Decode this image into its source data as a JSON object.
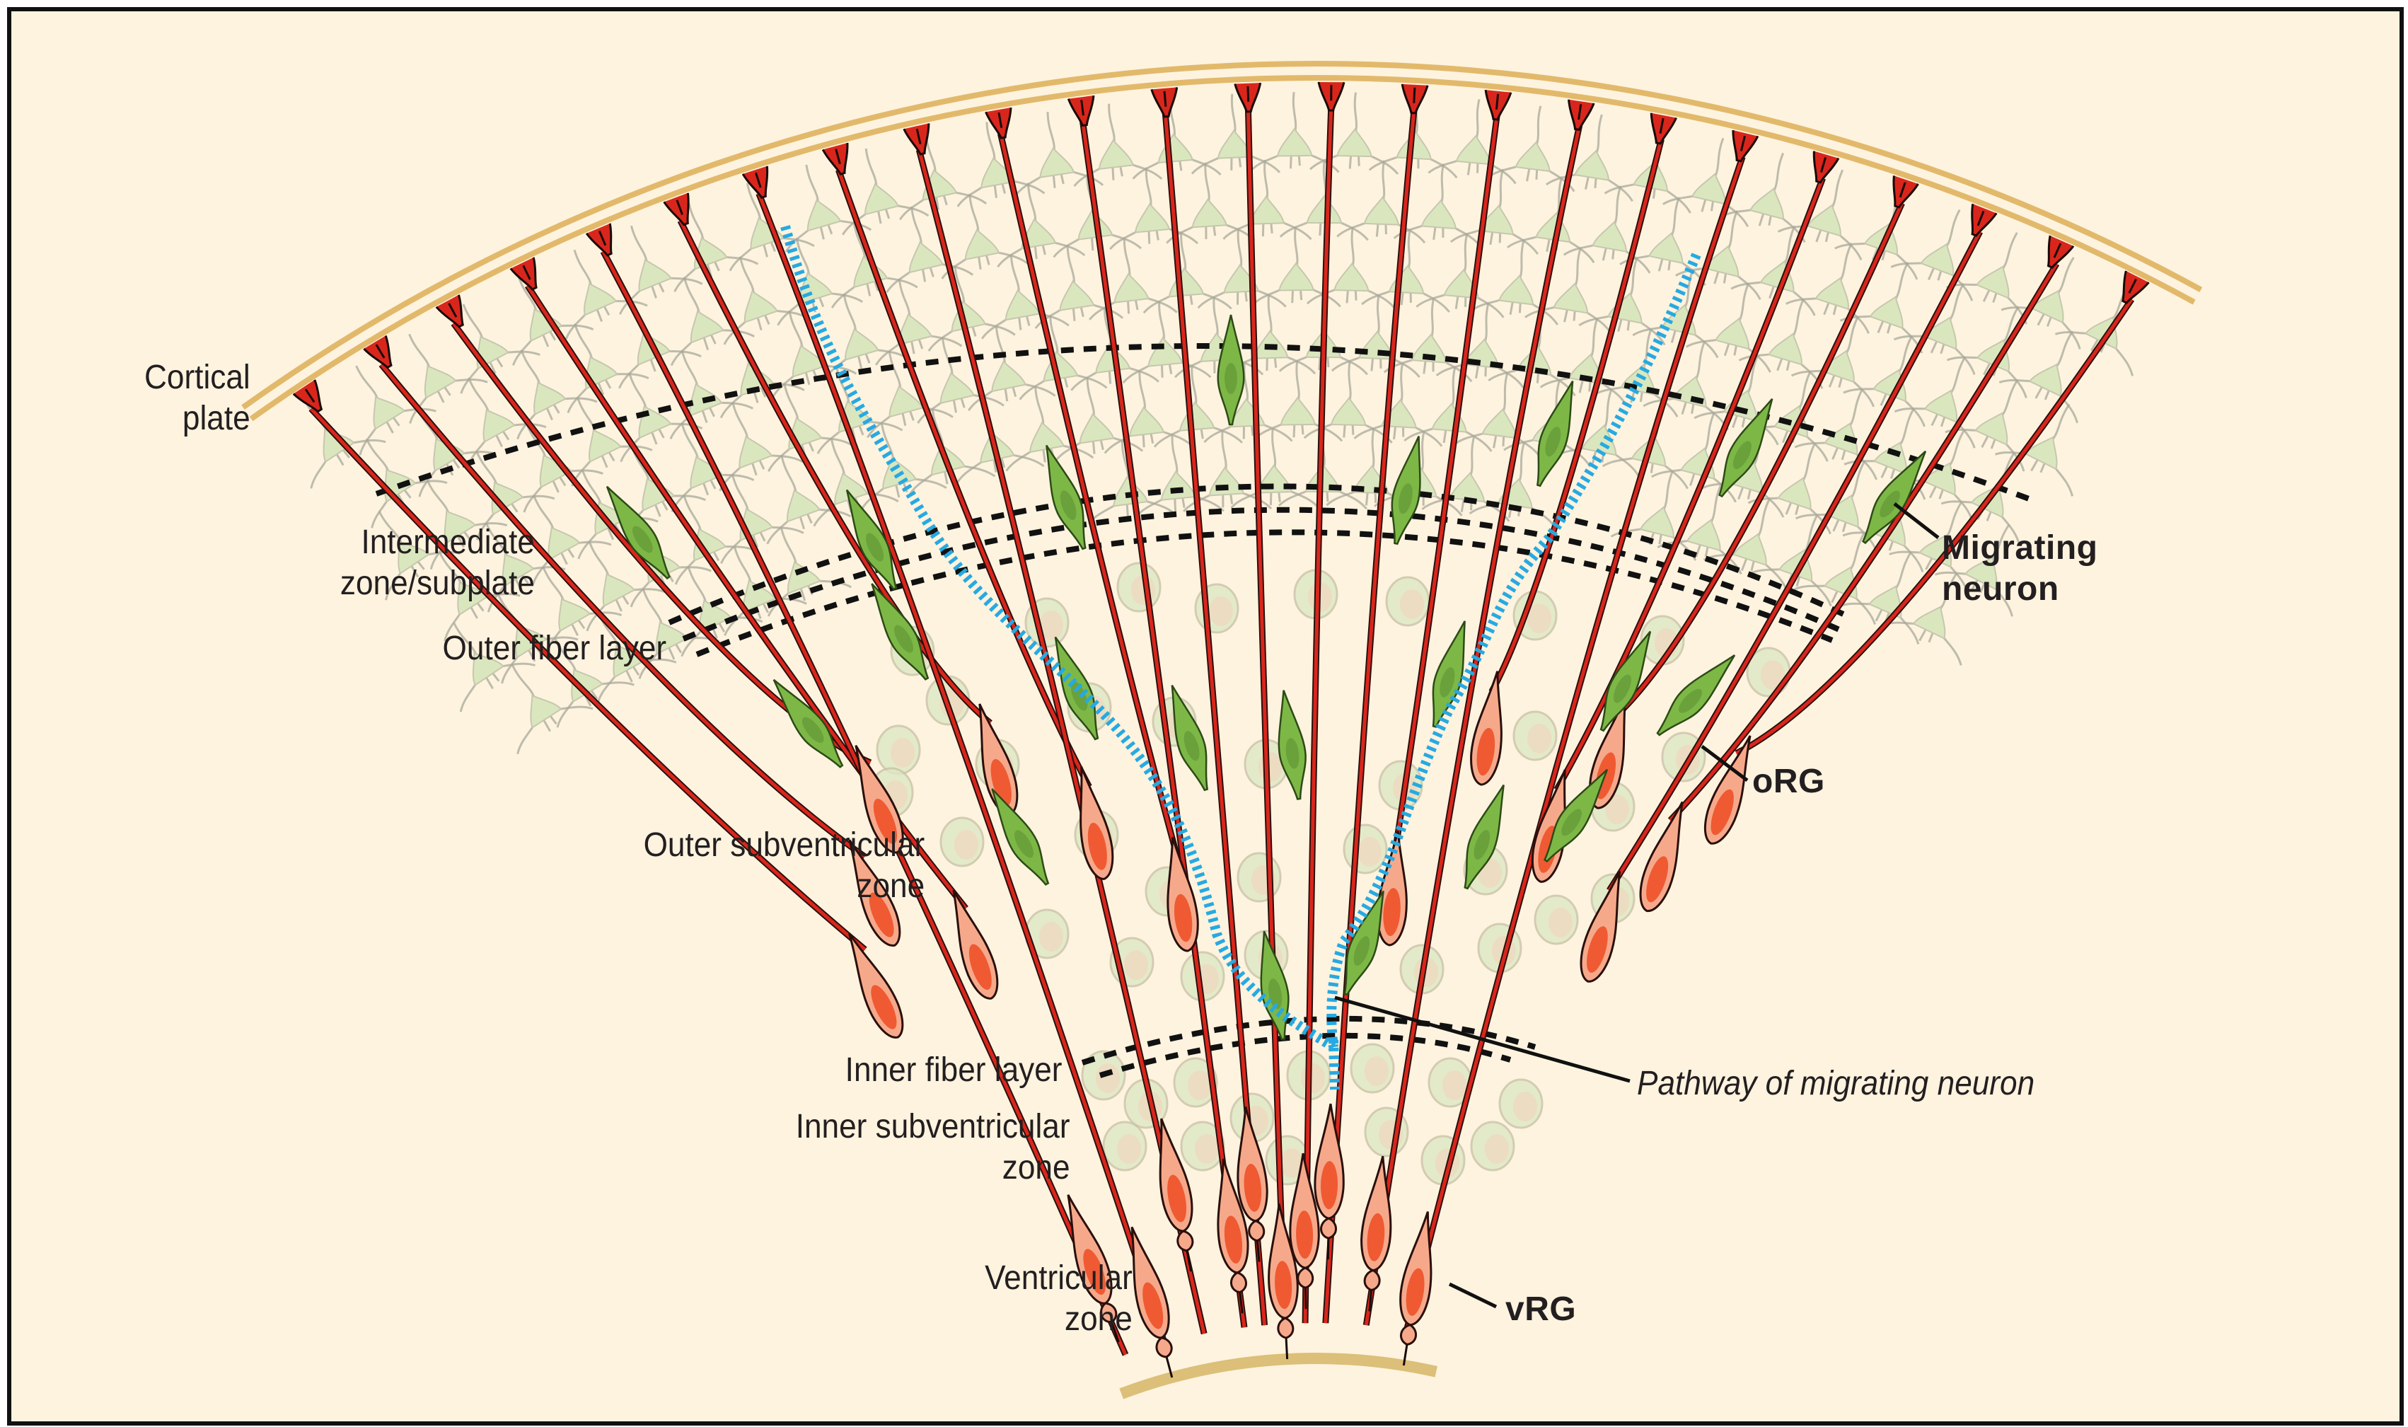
{
  "figure": {
    "title": "Radial glia scaffold and neuronal migration in the developing neocortex",
    "colors": {
      "background": "#fdf3df",
      "frame": "#111111",
      "pia": "#e2b96b",
      "ventricle": "#dcbf78",
      "radial_glia_fiber": "#d9261c",
      "radial_glia_soma": "#ef5a33",
      "radial_glia_soma_light": "#f6a98a",
      "migrating_neuron": "#7db847",
      "cortical_neuron": "#cfe3b3",
      "progenitor_cell": "#dde8c4",
      "pathway": "#27a9e1",
      "boundary_dash": "#111111"
    }
  },
  "labels": {
    "left": [
      {
        "id": "cortical-plate",
        "lines": [
          "Cortical",
          "plate"
        ]
      },
      {
        "id": "intermediate-zone-subplate",
        "lines": [
          "Intermediate",
          "zone/subplate"
        ]
      },
      {
        "id": "outer-fiber-layer",
        "lines": [
          "Outer fiber layer"
        ]
      },
      {
        "id": "outer-subventricular-zone",
        "lines": [
          "Outer subventricular",
          "zone"
        ]
      },
      {
        "id": "inner-fiber-layer",
        "lines": [
          "Inner fiber layer"
        ]
      },
      {
        "id": "inner-subventricular-zone",
        "lines": [
          "Inner subventricular",
          "zone"
        ]
      },
      {
        "id": "ventricular-zone",
        "lines": [
          "Ventricular",
          "zone"
        ]
      }
    ],
    "callouts": [
      {
        "id": "migrating-neuron",
        "lines": [
          "Migrating",
          "neuron"
        ],
        "style": "bold"
      },
      {
        "id": "org",
        "lines": [
          "oRG"
        ],
        "style": "bold"
      },
      {
        "id": "vrg",
        "lines": [
          "vRG"
        ],
        "style": "bold"
      },
      {
        "id": "pathway",
        "lines": [
          "Pathway of migrating neuron"
        ],
        "style": "italic"
      }
    ]
  }
}
